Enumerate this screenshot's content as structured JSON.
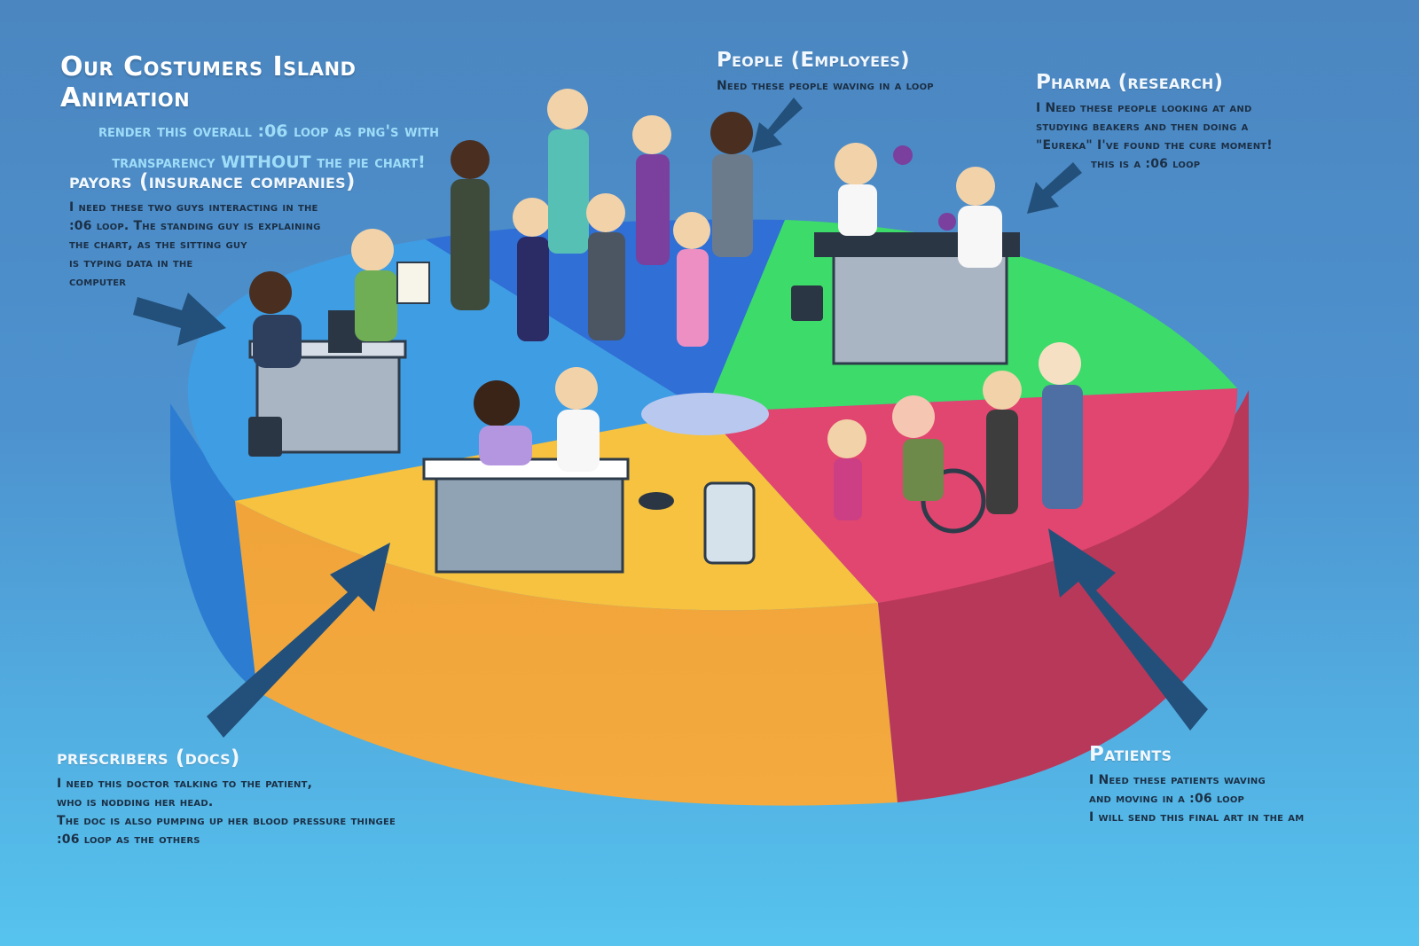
{
  "header": {
    "title": "Our Costumers Island Animation",
    "subtitle_line_1": "render this overall :06 loop as png's with",
    "subtitle_line_2": "transparency WITHOUT the pie chart!"
  },
  "notes": {
    "payors": {
      "heading": "payors (insurance companies)",
      "lines": [
        "I need these two guys interacting in the",
        ":06 loop. The standing guy is explaining",
        "the chart, as the sitting guy",
        "is typing data in the",
        "computer"
      ]
    },
    "people": {
      "heading": "People (Employees)",
      "lines": [
        "Need these people waving in a loop"
      ]
    },
    "pharma": {
      "heading": "Pharma (research)",
      "lines": [
        "I Need these people looking at and",
        "studying beakers and then doing a",
        "\"Eureka\" I've found the cure moment!",
        "this is a :06 loop"
      ]
    },
    "prescribers": {
      "heading": "prescribers (docs)",
      "lines": [
        "I need this doctor talking to the patient,",
        "who is nodding her head.",
        "The doc is also pumping up her blood pressure thingee",
        ":06 loop as the others"
      ]
    },
    "patients": {
      "heading": "Patients",
      "lines": [
        "I Need these patients waving",
        "and moving in a :06 loop",
        "I will send this final art in the am"
      ]
    }
  },
  "colors": {
    "slice_payors": "#3f9de4",
    "slice_people": "#2f6fd6",
    "slice_pharma": "#3ddb6a",
    "slice_patients": "#e0466f",
    "slice_prescribers": "#f6c23f",
    "arrow": "#23507a"
  }
}
